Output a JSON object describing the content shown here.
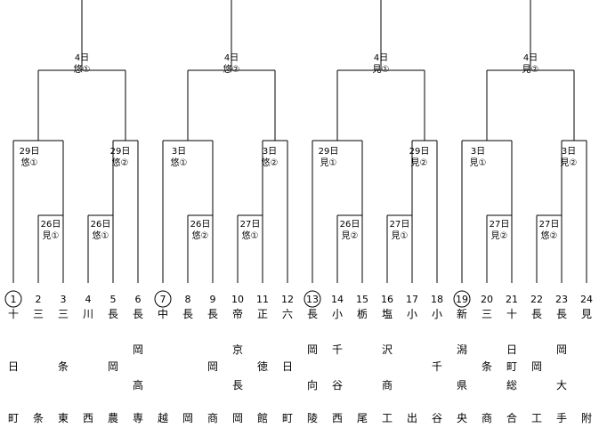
{
  "teams": [
    {
      "seed": "1",
      "name": [
        "十",
        "",
        "日",
        "",
        "町"
      ],
      "circled": true
    },
    {
      "seed": "2",
      "name": [
        "三",
        "",
        "",
        "",
        "条"
      ],
      "circled": false
    },
    {
      "seed": "3",
      "name": [
        "三",
        "",
        "条",
        "",
        "東"
      ],
      "circled": false
    },
    {
      "seed": "4",
      "name": [
        "川",
        "",
        "",
        "",
        "西"
      ],
      "circled": false
    },
    {
      "seed": "5",
      "name": [
        "長",
        "",
        "岡",
        "",
        "農"
      ],
      "circled": false
    },
    {
      "seed": "6",
      "name": [
        "長",
        "岡",
        "",
        "高",
        "専"
      ],
      "circled": false
    },
    {
      "seed": "7",
      "name": [
        "中",
        "",
        "",
        "",
        "越"
      ],
      "circled": true
    },
    {
      "seed": "8",
      "name": [
        "長",
        "",
        "",
        "",
        "岡"
      ],
      "circled": false
    },
    {
      "seed": "9",
      "name": [
        "長",
        "",
        "岡",
        "",
        "商"
      ],
      "circled": false
    },
    {
      "seed": "10",
      "name": [
        "帝",
        "京",
        "",
        "長",
        "岡"
      ],
      "circled": false
    },
    {
      "seed": "11",
      "name": [
        "正",
        "",
        "徳",
        "",
        "館"
      ],
      "circled": false
    },
    {
      "seed": "12",
      "name": [
        "六",
        "",
        "日",
        "",
        "町"
      ],
      "circled": false
    },
    {
      "seed": "13",
      "name": [
        "長",
        "岡",
        "",
        "向",
        "陵"
      ],
      "circled": true
    },
    {
      "seed": "14",
      "name": [
        "小",
        "千",
        "",
        "谷",
        "西"
      ],
      "circled": false
    },
    {
      "seed": "15",
      "name": [
        "栃",
        "",
        "",
        "",
        "尾"
      ],
      "circled": false
    },
    {
      "seed": "16",
      "name": [
        "塩",
        "沢",
        "",
        "商",
        "工"
      ],
      "circled": false
    },
    {
      "seed": "17",
      "name": [
        "小",
        "",
        "",
        "",
        "出"
      ],
      "circled": false
    },
    {
      "seed": "18",
      "name": [
        "小",
        "",
        "千",
        "",
        "谷"
      ],
      "circled": false
    },
    {
      "seed": "19",
      "name": [
        "新",
        "潟",
        "",
        "県",
        "央"
      ],
      "circled": true
    },
    {
      "seed": "20",
      "name": [
        "三",
        "",
        "条",
        "",
        "商"
      ],
      "circled": false
    },
    {
      "seed": "21",
      "name": [
        "十",
        "日",
        "町",
        "総",
        "合"
      ],
      "circled": false
    },
    {
      "seed": "22",
      "name": [
        "長",
        "",
        "岡",
        "",
        "工"
      ],
      "circled": false
    },
    {
      "seed": "23",
      "name": [
        "長",
        "岡",
        "",
        "大",
        "手"
      ],
      "circled": false
    },
    {
      "seed": "24",
      "name": [
        "見",
        "",
        "",
        "",
        "附"
      ],
      "circled": false
    }
  ],
  "games": {
    "r1": [
      {
        "id": "r1a",
        "day": "26日",
        "venue": "見①"
      },
      {
        "id": "r1b",
        "day": "26日",
        "venue": "悠①"
      },
      {
        "id": "r1c",
        "day": "26日",
        "venue": "悠②"
      },
      {
        "id": "r1d",
        "day": "27日",
        "venue": "悠①"
      },
      {
        "id": "r1e",
        "day": "26日",
        "venue": "見②"
      },
      {
        "id": "r1f",
        "day": "27日",
        "venue": "見①"
      },
      {
        "id": "r1g",
        "day": "27日",
        "venue": "見②"
      },
      {
        "id": "r1h",
        "day": "27日",
        "venue": "悠②"
      }
    ],
    "r2": [
      {
        "id": "r2a",
        "day": "29日",
        "venue": "悠①"
      },
      {
        "id": "r2b",
        "day": "29日",
        "venue": "悠②"
      },
      {
        "id": "r2c",
        "day": "3日",
        "venue": "悠①"
      },
      {
        "id": "r2d",
        "day": "3日",
        "venue": "悠②"
      },
      {
        "id": "r2e",
        "day": "29日",
        "venue": "見①"
      },
      {
        "id": "r2f",
        "day": "29日",
        "venue": "見②"
      },
      {
        "id": "r2g",
        "day": "3日",
        "venue": "見①"
      },
      {
        "id": "r2h",
        "day": "3日",
        "venue": "見②"
      }
    ],
    "r3": [
      {
        "id": "r3a",
        "day": "4日",
        "venue": "悠①"
      },
      {
        "id": "r3b",
        "day": "4日",
        "venue": "悠②"
      },
      {
        "id": "r3c",
        "day": "4日",
        "venue": "見①"
      },
      {
        "id": "r3d",
        "day": "4日",
        "venue": "見②"
      }
    ]
  }
}
